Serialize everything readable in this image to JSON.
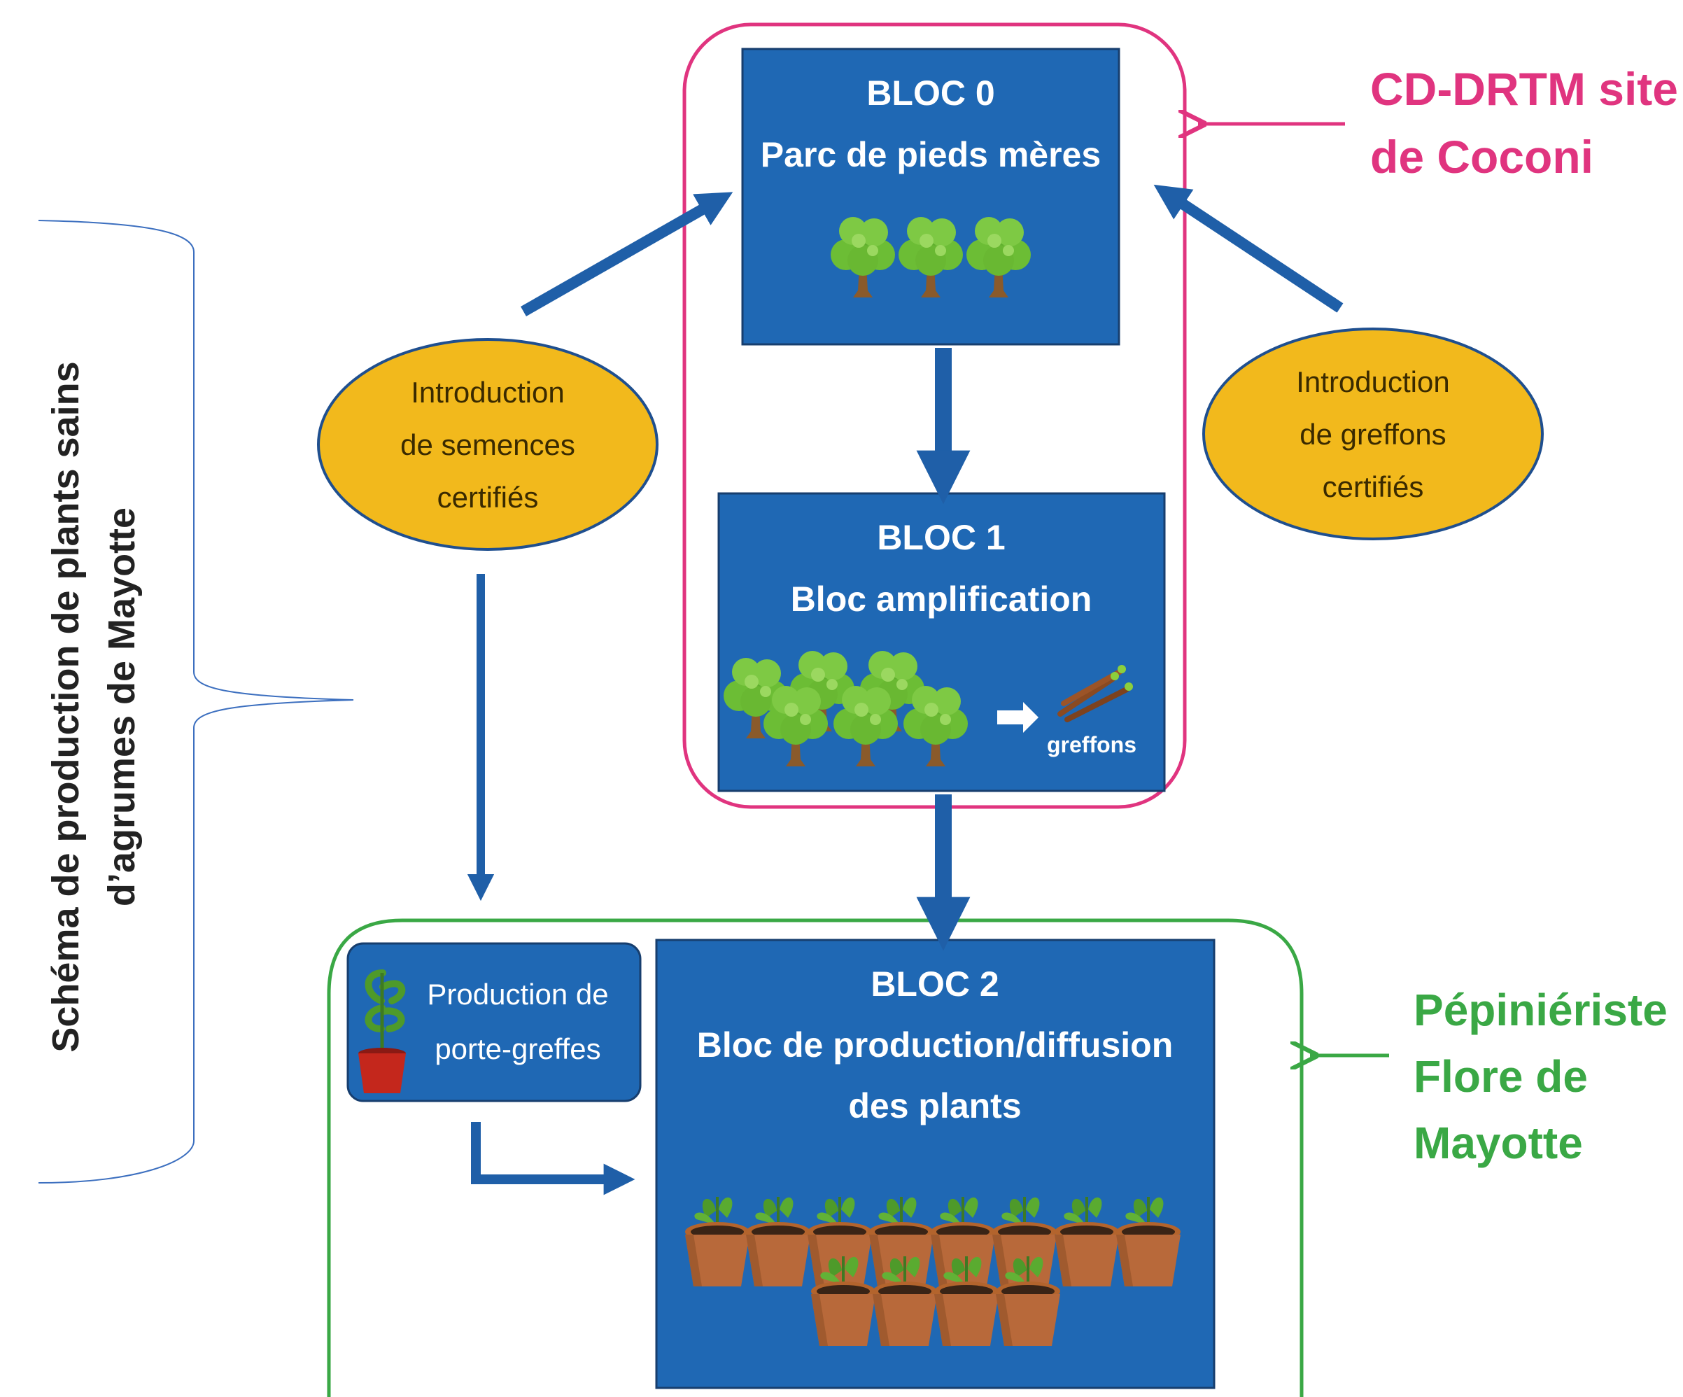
{
  "side_title": {
    "line1": "Schéma de production de plants sains",
    "line2": "d’agrumes de Mayotte"
  },
  "bloc0": {
    "title": "BLOC 0",
    "subtitle": "Parc de pieds mères"
  },
  "bloc1": {
    "title": "BLOC 1",
    "subtitle": "Bloc amplification",
    "greffons_label": "greffons"
  },
  "bloc2": {
    "title": "BLOC 2",
    "subtitle_line1": "Bloc de production/diffusion",
    "subtitle_line2": "des plants"
  },
  "oval_left": {
    "line1": "Introduction",
    "line2": "de semences",
    "line3": "certifiés"
  },
  "oval_right": {
    "line1": "Introduction",
    "line2": "de greffons",
    "line3": "certifiés"
  },
  "porte_greffes": {
    "line1": "Production de",
    "line2": "porte-greffes"
  },
  "site_top": {
    "line1": "CD-DRTM site",
    "line2": "de Coconi"
  },
  "site_bottom": {
    "line1": "Pépiniériste",
    "line2": "Flore de",
    "line3": "Mayotte"
  },
  "colors": {
    "box_blue": "#1f68b4",
    "arrow_blue": "#1f5fa8",
    "oval_yellow": "#f2b91c",
    "pink": "#e0347f",
    "green": "#3aa845",
    "brace": "#3c6fbf"
  }
}
